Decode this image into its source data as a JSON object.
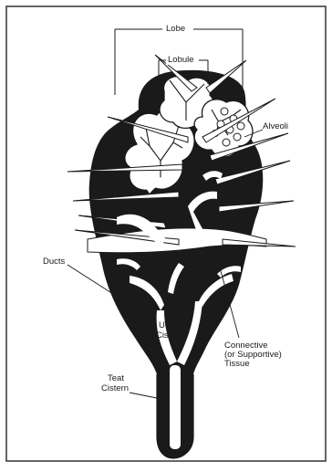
{
  "diagram": {
    "labels": {
      "lobe": "Lobe",
      "lobule": "Lobule",
      "alveoli": "Alveoli",
      "ducts": "Ducts",
      "udder_cistern_1": "Udder",
      "udder_cistern_2": "Cistern",
      "connective_1": "Connective",
      "connective_2": "(or Supportive)",
      "connective_3": "Tissue",
      "teat_cistern_1": "Teat",
      "teat_cistern_2": "Cistern"
    },
    "colors": {
      "ink": "#1a1a1a",
      "paper": "#ffffff",
      "frame": "#333333"
    }
  }
}
